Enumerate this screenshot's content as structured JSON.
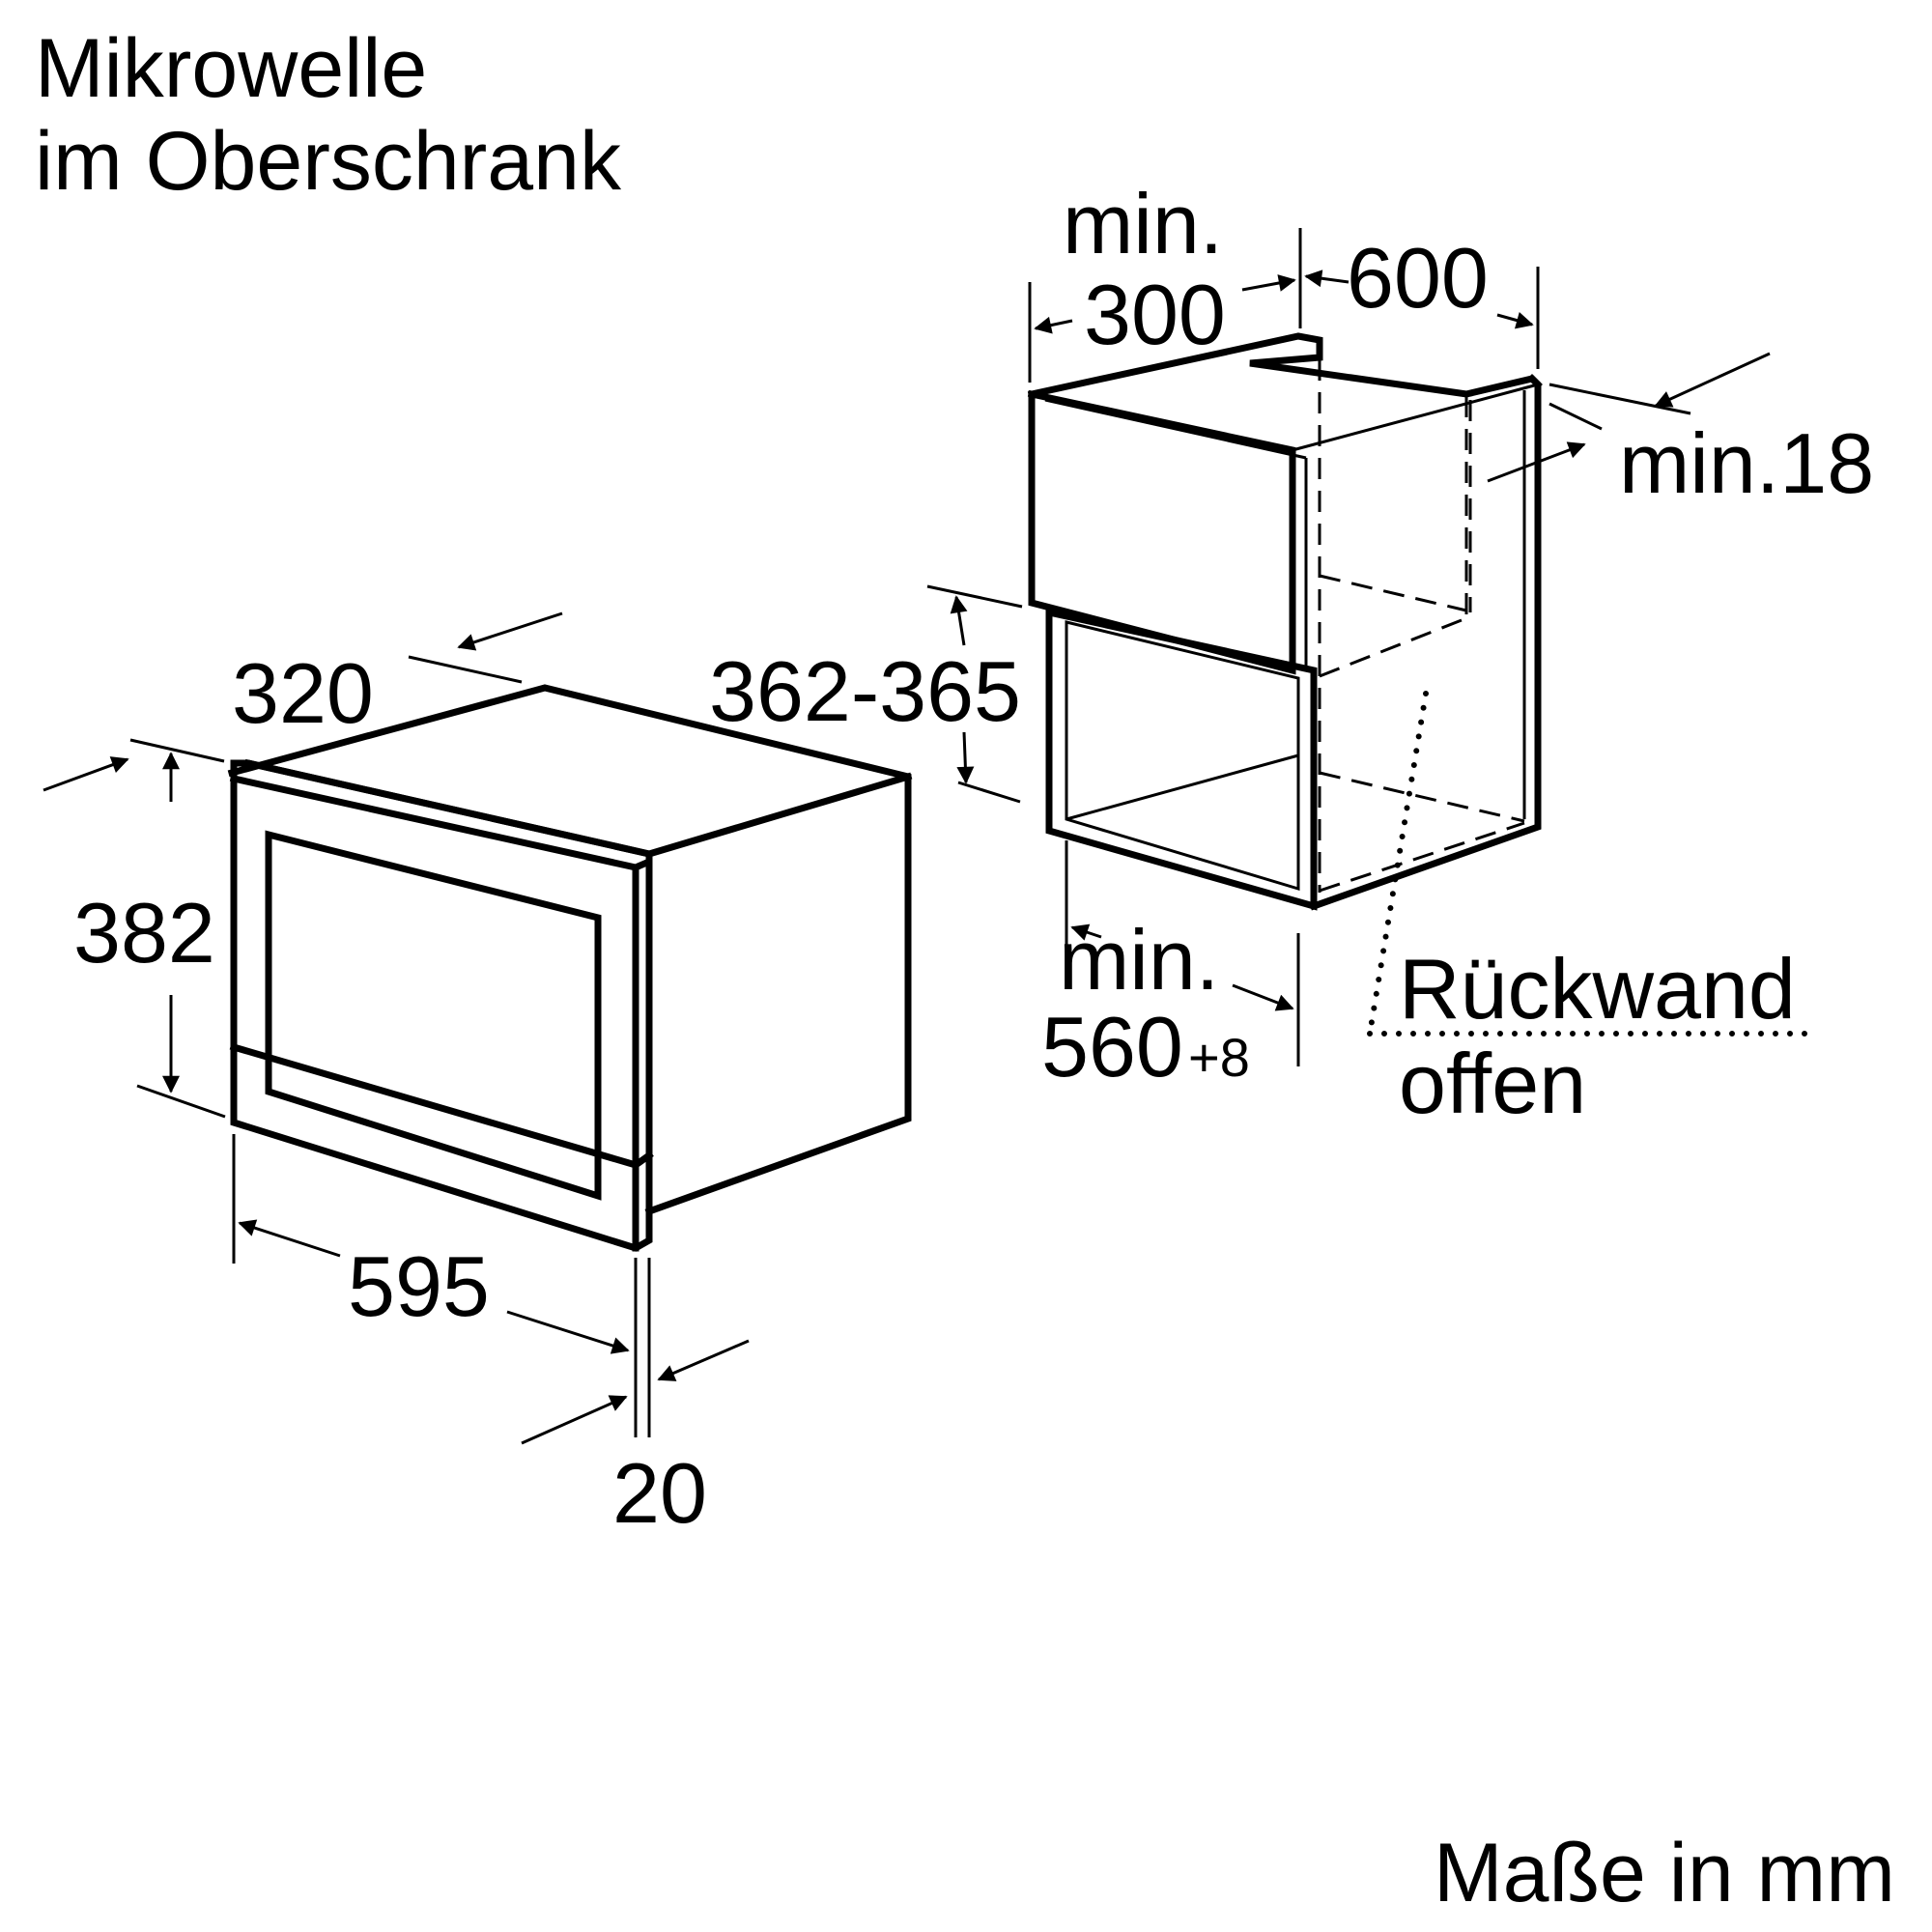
{
  "title": {
    "line1": "Mikrowelle",
    "line2": "im Oberschrank"
  },
  "units_note": "Maße in mm",
  "microwave": {
    "depth": "320",
    "height": "382",
    "width": "595",
    "frame": "20"
  },
  "cabinet": {
    "depth_min_prefix": "min.",
    "depth_min_value": "300",
    "width": "600",
    "board_thickness": "min.18",
    "niche_height": "362-365",
    "niche_width_prefix": "min.",
    "niche_width_value": "560",
    "niche_width_tolerance": "+8",
    "back_wall_line1": "Rückwand",
    "back_wall_line2": "offen"
  }
}
